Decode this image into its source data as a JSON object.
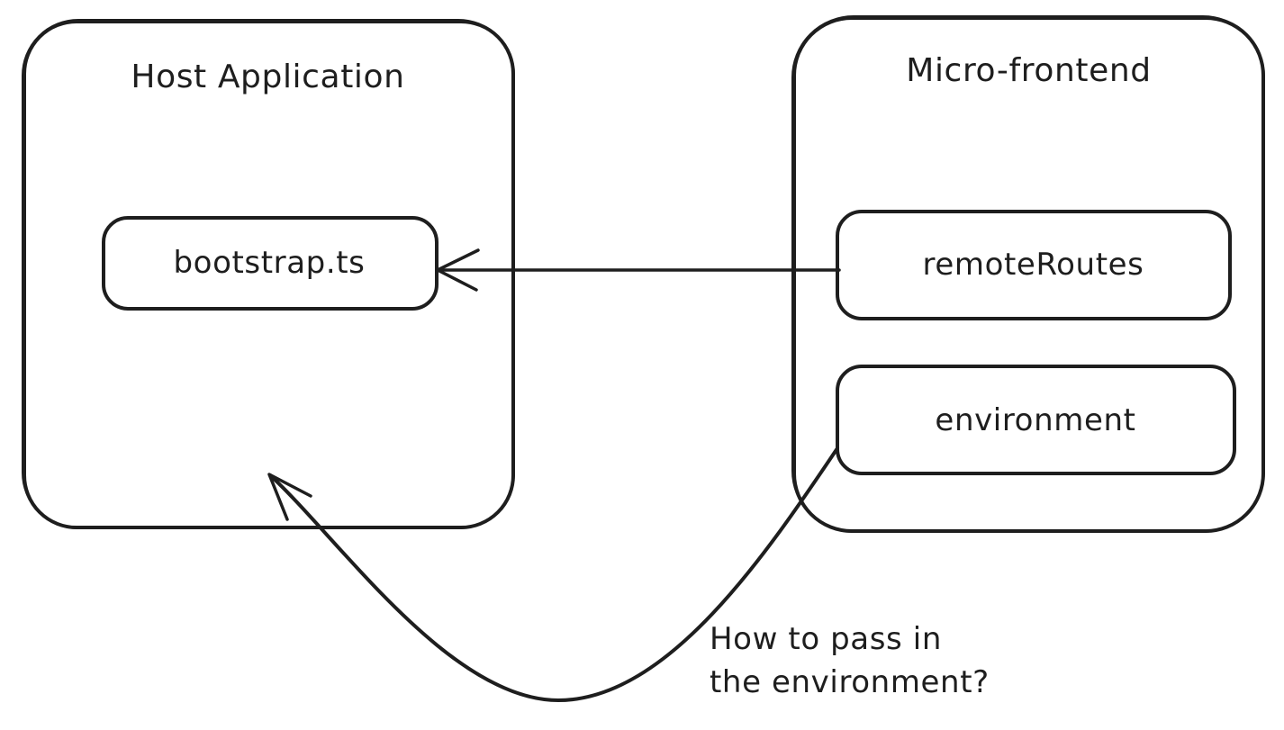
{
  "colors": {
    "background": "#ffffff",
    "stroke": "#1e1e1e"
  },
  "boxes": {
    "host": {
      "label": "Host Application"
    },
    "bootstrap": {
      "label": "bootstrap.ts"
    },
    "micro": {
      "label": "Micro-frontend"
    },
    "remote_routes": {
      "label": "remoteRoutes"
    },
    "environment": {
      "label": "environment"
    }
  },
  "annotation": {
    "line1": "How to pass in",
    "line2": "the environment?"
  },
  "arrows": [
    {
      "id": "remote-routes-to-bootstrap",
      "from": "remoteRoutes",
      "to": "bootstrap.ts",
      "shape": "straight",
      "head": "open-arrow pointing left"
    },
    {
      "id": "environment-to-host",
      "from": "environment",
      "to": "Host Application",
      "shape": "curved",
      "head": "open-arrow pointing up-left"
    }
  ]
}
